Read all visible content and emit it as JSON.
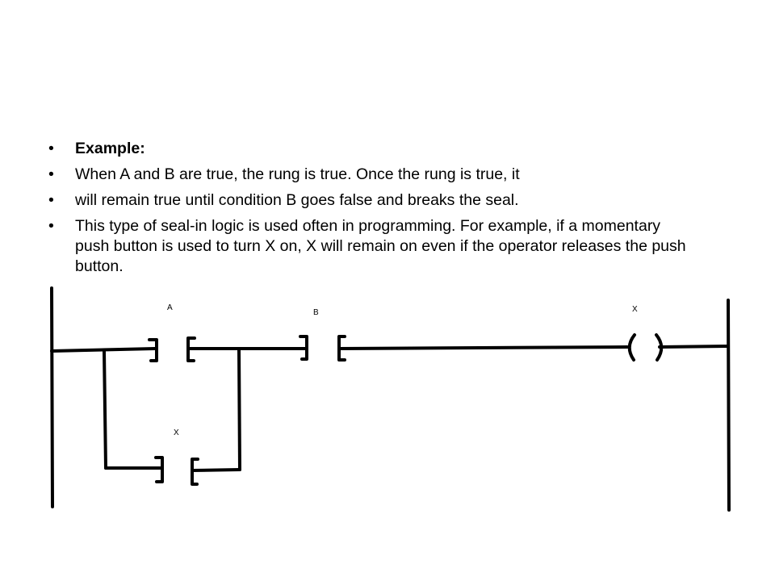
{
  "bullets": [
    {
      "marker": "•",
      "text": "Example:",
      "bold": true
    },
    {
      "marker": "•",
      "text": "When A and B are true, the rung is true. Once the rung is true, it",
      "bold": false
    },
    {
      "marker": "•",
      "text": "will remain true until condition B goes false and breaks the seal.",
      "bold": false
    },
    {
      "marker": "•",
      "text": "This type of seal-in logic is used often in programming. For example, if a momentary push button is used to turn X on, X will remain on even if the operator releases the push button.",
      "bold": false
    }
  ],
  "diagram": {
    "contact_a_label": "A",
    "contact_b_label": "B",
    "seal_contact_label": "X",
    "coil_label": "X"
  }
}
